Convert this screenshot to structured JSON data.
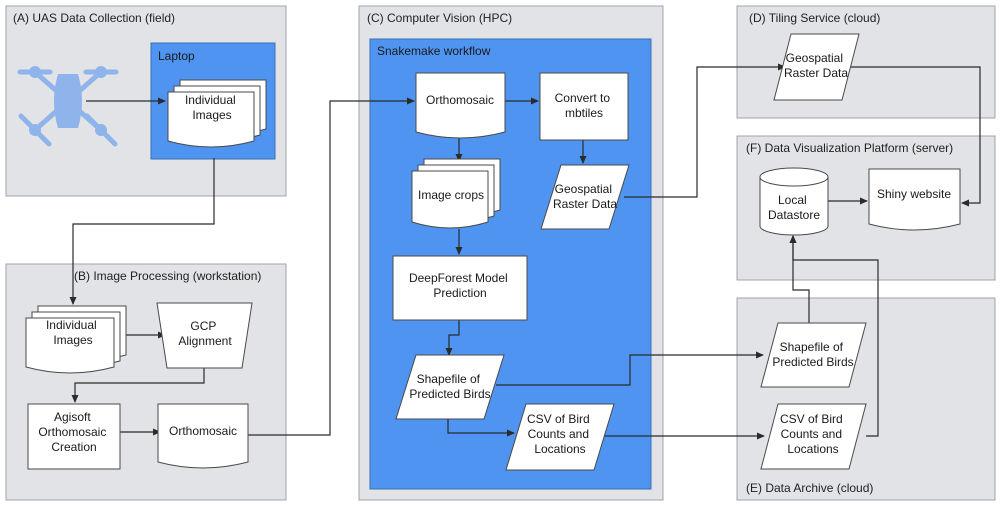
{
  "groups": {
    "uas": "(A) UAS Data Collection (field)",
    "image_processing": "(B) Image Processing (workstation)",
    "computer_vision": "(C) Computer Vision (HPC)",
    "tiling": "(D) Tiling Service (cloud)",
    "visualization": "(F) Data Visualization Platform (server)",
    "archive": "(E) Data Archive (cloud)"
  },
  "subgroups": {
    "laptop": "Laptop",
    "snakemake": "Snakemake workflow"
  },
  "nodes": {
    "laptop_images": [
      "Individual",
      "Images"
    ],
    "b_images": [
      "Individual",
      "Images"
    ],
    "gcp": [
      "GCP",
      "Alignment"
    ],
    "agisoft": [
      "Agisoft",
      "Orthomosaic",
      "Creation"
    ],
    "b_ortho": [
      "Orthomosaic"
    ],
    "c_ortho": [
      "Orthomosaic"
    ],
    "mbtiles": [
      "Convert to",
      "mbtiles"
    ],
    "crops": [
      "Image crops"
    ],
    "c_raster": [
      "Geospatial",
      "Raster Data"
    ],
    "deepforest": [
      "DeepForest Model",
      "Prediction"
    ],
    "c_shape": [
      "Shapefile of",
      "Predicted Birds"
    ],
    "c_csv": [
      "CSV of Bird",
      "Counts and",
      "Locations"
    ],
    "d_raster": [
      "Geospatial",
      "Raster Data"
    ],
    "datastore": [
      "Local",
      "Datastore"
    ],
    "shiny": [
      "Shiny website"
    ],
    "e_shape": [
      "Shapefile of",
      "Predicted Birds"
    ],
    "e_csv": [
      "CSV of Bird",
      "Counts and",
      "Locations"
    ]
  },
  "colors": {
    "group_fill": "#e1e3e6",
    "inner_fill": "#4f94f1",
    "drone": "#8fb4ec"
  }
}
